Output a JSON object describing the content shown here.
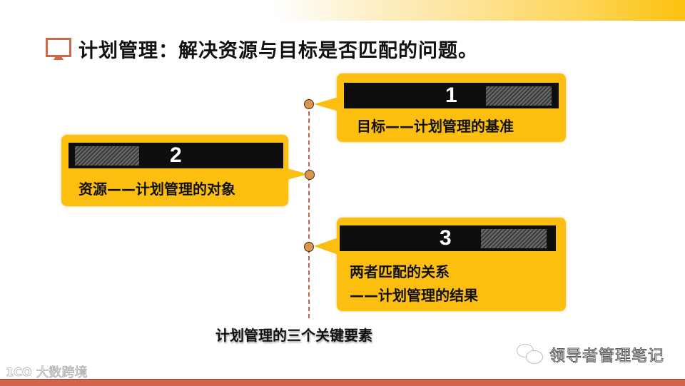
{
  "slide": {
    "title": "计划管理：解决资源与目标是否匹配的问题。",
    "title_icon": "monitor-icon",
    "accent_color": "#fcbf10",
    "secondary_color": "#d0674a"
  },
  "cards": [
    {
      "number": "1",
      "label_lines": [
        "目标——计划管理的基准"
      ]
    },
    {
      "number": "2",
      "label_lines": [
        "资源——计划管理的对象"
      ]
    },
    {
      "number": "3",
      "label_lines": [
        "两者匹配的关系",
        "——计划管理的结果"
      ]
    }
  ],
  "caption": "计划管理的三个关键要素",
  "footer": {
    "wechat_account": "领导者管理笔记",
    "watermark_logo": "1CO",
    "watermark_text": "大数跨境"
  }
}
